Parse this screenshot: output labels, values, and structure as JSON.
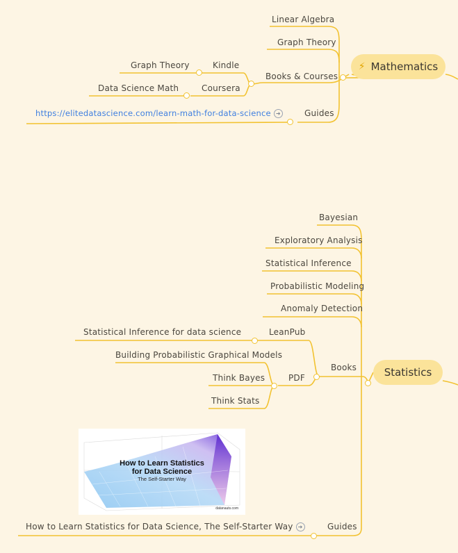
{
  "mathematics": {
    "title": "Mathematics",
    "icon": "lightning-icon",
    "children": {
      "linear_algebra": "Linear Algebra",
      "graph_theory": "Graph Theory",
      "books_courses": "Books & Courses",
      "kindle": "Kindle",
      "kindle_book": "Graph Theory",
      "coursera": "Coursera",
      "coursera_course": "Data Science Math",
      "guides": "Guides",
      "guide_link": "https://elitedatascience.com/learn-math-for-data-science"
    }
  },
  "statistics": {
    "title": "Statistics",
    "children": {
      "bayesian": "Bayesian",
      "exploratory": "Exploratory Analysis",
      "inference": "Statistical Inference",
      "probabilistic": "Probabilistic Modeling",
      "anomaly": "Anomaly Detection",
      "books": "Books",
      "leanpub": "LeanPub",
      "leanpub_book": "Statistical Inference for data science",
      "pdf": "PDF",
      "pdf_book_1": "Building Probabilistic Graphical Models",
      "pdf_book_2": "Think Bayes",
      "pdf_book_3": "Think Stats",
      "guides": "Guides",
      "guide_link": "How to Learn Statistics for Data Science, The Self-Starter Way",
      "thumbnail": {
        "title_line1": "How to Learn Statistics",
        "title_line2": "for Data Science",
        "subtitle": "The Self-Starter Way",
        "credit": "datanauts.com"
      }
    }
  },
  "colors": {
    "background": "#fdf5e4",
    "branch": "#f2c230",
    "node_fill": "#fbe39a",
    "link": "#3f7fe0"
  }
}
